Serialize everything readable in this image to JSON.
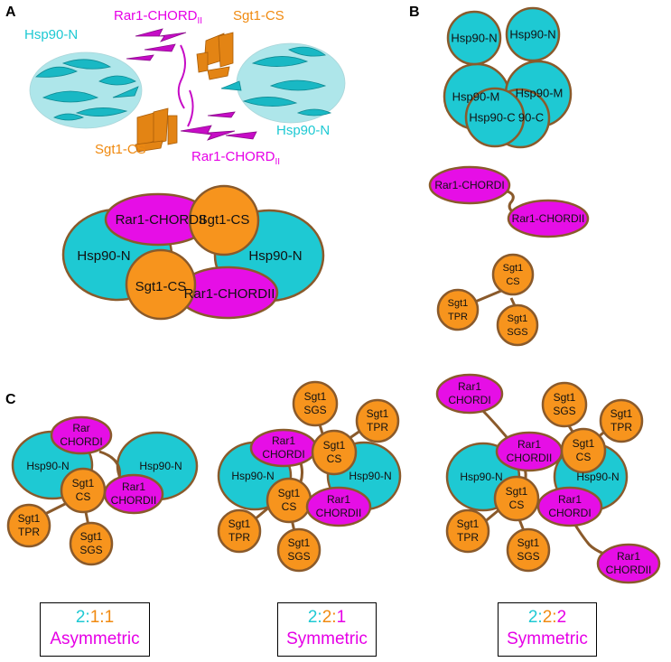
{
  "panels": {
    "a": "A",
    "b": "B",
    "c": "C"
  },
  "colors": {
    "cyan": "#1ec9d3",
    "orange": "#f7941d",
    "magenta": "#e60ee6",
    "outline": "#8a5a2b",
    "cyan_text": "#1ec9d3",
    "orange_text": "#f08a10",
    "magenta_text": "#e600e6"
  },
  "structure_labels": {
    "rar1_top": "Rar1-CHORD",
    "rar1_top_sub": "II",
    "sgt1_top": "Sgt1-CS",
    "hsp90_left": "Hsp90-N",
    "hsp90_right": "Hsp90-N",
    "sgt1_bottom": "Sgt1-CS",
    "rar1_bottom": "Rar1-CHORD",
    "rar1_bottom_sub": "II"
  },
  "panel_a_schematic": {
    "hsp90_left": "Hsp90-N",
    "hsp90_right": "Hsp90-N",
    "rar1_top": "Rar1-CHORDII",
    "sgt1_top": "Sgt1-CS",
    "sgt1_bottom": "Sgt1-CS",
    "rar1_bottom": "Rar1-CHORDII"
  },
  "panel_b": {
    "hsp90_n_left": "Hsp90-N",
    "hsp90_n_right": "Hsp90-N",
    "hsp90_m_left": "Hsp90-M",
    "hsp90_m_right": "Hsp90-M",
    "hsp90_c_left": "Hsp90-C",
    "hsp90_c_right": "90-C",
    "rar1_chordi": "Rar1-CHORDI",
    "rar1_chordii": "Rar1-CHORDII",
    "sgt1_cs": [
      "Sgt1",
      "CS"
    ],
    "sgt1_tpr": [
      "Sgt1",
      "TPR"
    ],
    "sgt1_sgs": [
      "Sgt1",
      "SGS"
    ]
  },
  "panel_c1": {
    "rar_chordi": [
      "Rar",
      "CHORDI"
    ],
    "hsp90_left": "Hsp90-N",
    "hsp90_right": "Hsp90-N",
    "sgt1_cs": [
      "Sgt1",
      "CS"
    ],
    "rar1_chordii": [
      "Rar1",
      "CHORDII"
    ],
    "sgt1_tpr": [
      "Sgt1",
      "TPR"
    ],
    "sgt1_sgs": [
      "Sgt1",
      "SGS"
    ]
  },
  "panel_c2": {
    "sgt1_sgs_top": [
      "Sgt1",
      "SGS"
    ],
    "sgt1_tpr_top": [
      "Sgt1",
      "TPR"
    ],
    "rar1_chordi": [
      "Rar1",
      "CHORDI"
    ],
    "sgt1_cs_top": [
      "Sgt1",
      "CS"
    ],
    "hsp90_left": "Hsp90-N",
    "hsp90_right": "Hsp90-N",
    "sgt1_cs_bottom": [
      "Sgt1",
      "CS"
    ],
    "rar1_chordii": [
      "Rar1",
      "CHORDII"
    ],
    "sgt1_tpr_bottom": [
      "Sgt1",
      "TPR"
    ],
    "sgt1_sgs_bottom": [
      "Sgt1",
      "SGS"
    ]
  },
  "panel_c3": {
    "rar1_chordi_top": [
      "Rar1",
      "CHORDI"
    ],
    "sgt1_sgs_top": [
      "Sgt1",
      "SGS"
    ],
    "sgt1_tpr_top": [
      "Sgt1",
      "TPR"
    ],
    "rar1_chordii_top": [
      "Rar1",
      "CHORDII"
    ],
    "sgt1_cs_top": [
      "Sgt1",
      "CS"
    ],
    "hsp90_left": "Hsp90-N",
    "hsp90_right": "Hsp90-N",
    "sgt1_cs_bottom": [
      "Sgt1",
      "CS"
    ],
    "rar1_chordi_bottom": [
      "Rar1",
      "CHORDI"
    ],
    "sgt1_tpr_bottom": [
      "Sgt1",
      "TPR"
    ],
    "sgt1_sgs_bottom": [
      "Sgt1",
      "SGS"
    ],
    "rar1_chordii_bottom": [
      "Rar1",
      "CHORDII"
    ]
  },
  "stoichiometry": [
    {
      "a": "2",
      "b": "1",
      "c": "1",
      "sep": ":",
      "label": "Asymmetric"
    },
    {
      "a": "2",
      "b": "2",
      "c": "1",
      "sep": ":",
      "label": "Symmetric"
    },
    {
      "a": "2",
      "b": "2",
      "c": "2",
      "sep": ":",
      "label": "Symmetric"
    }
  ]
}
